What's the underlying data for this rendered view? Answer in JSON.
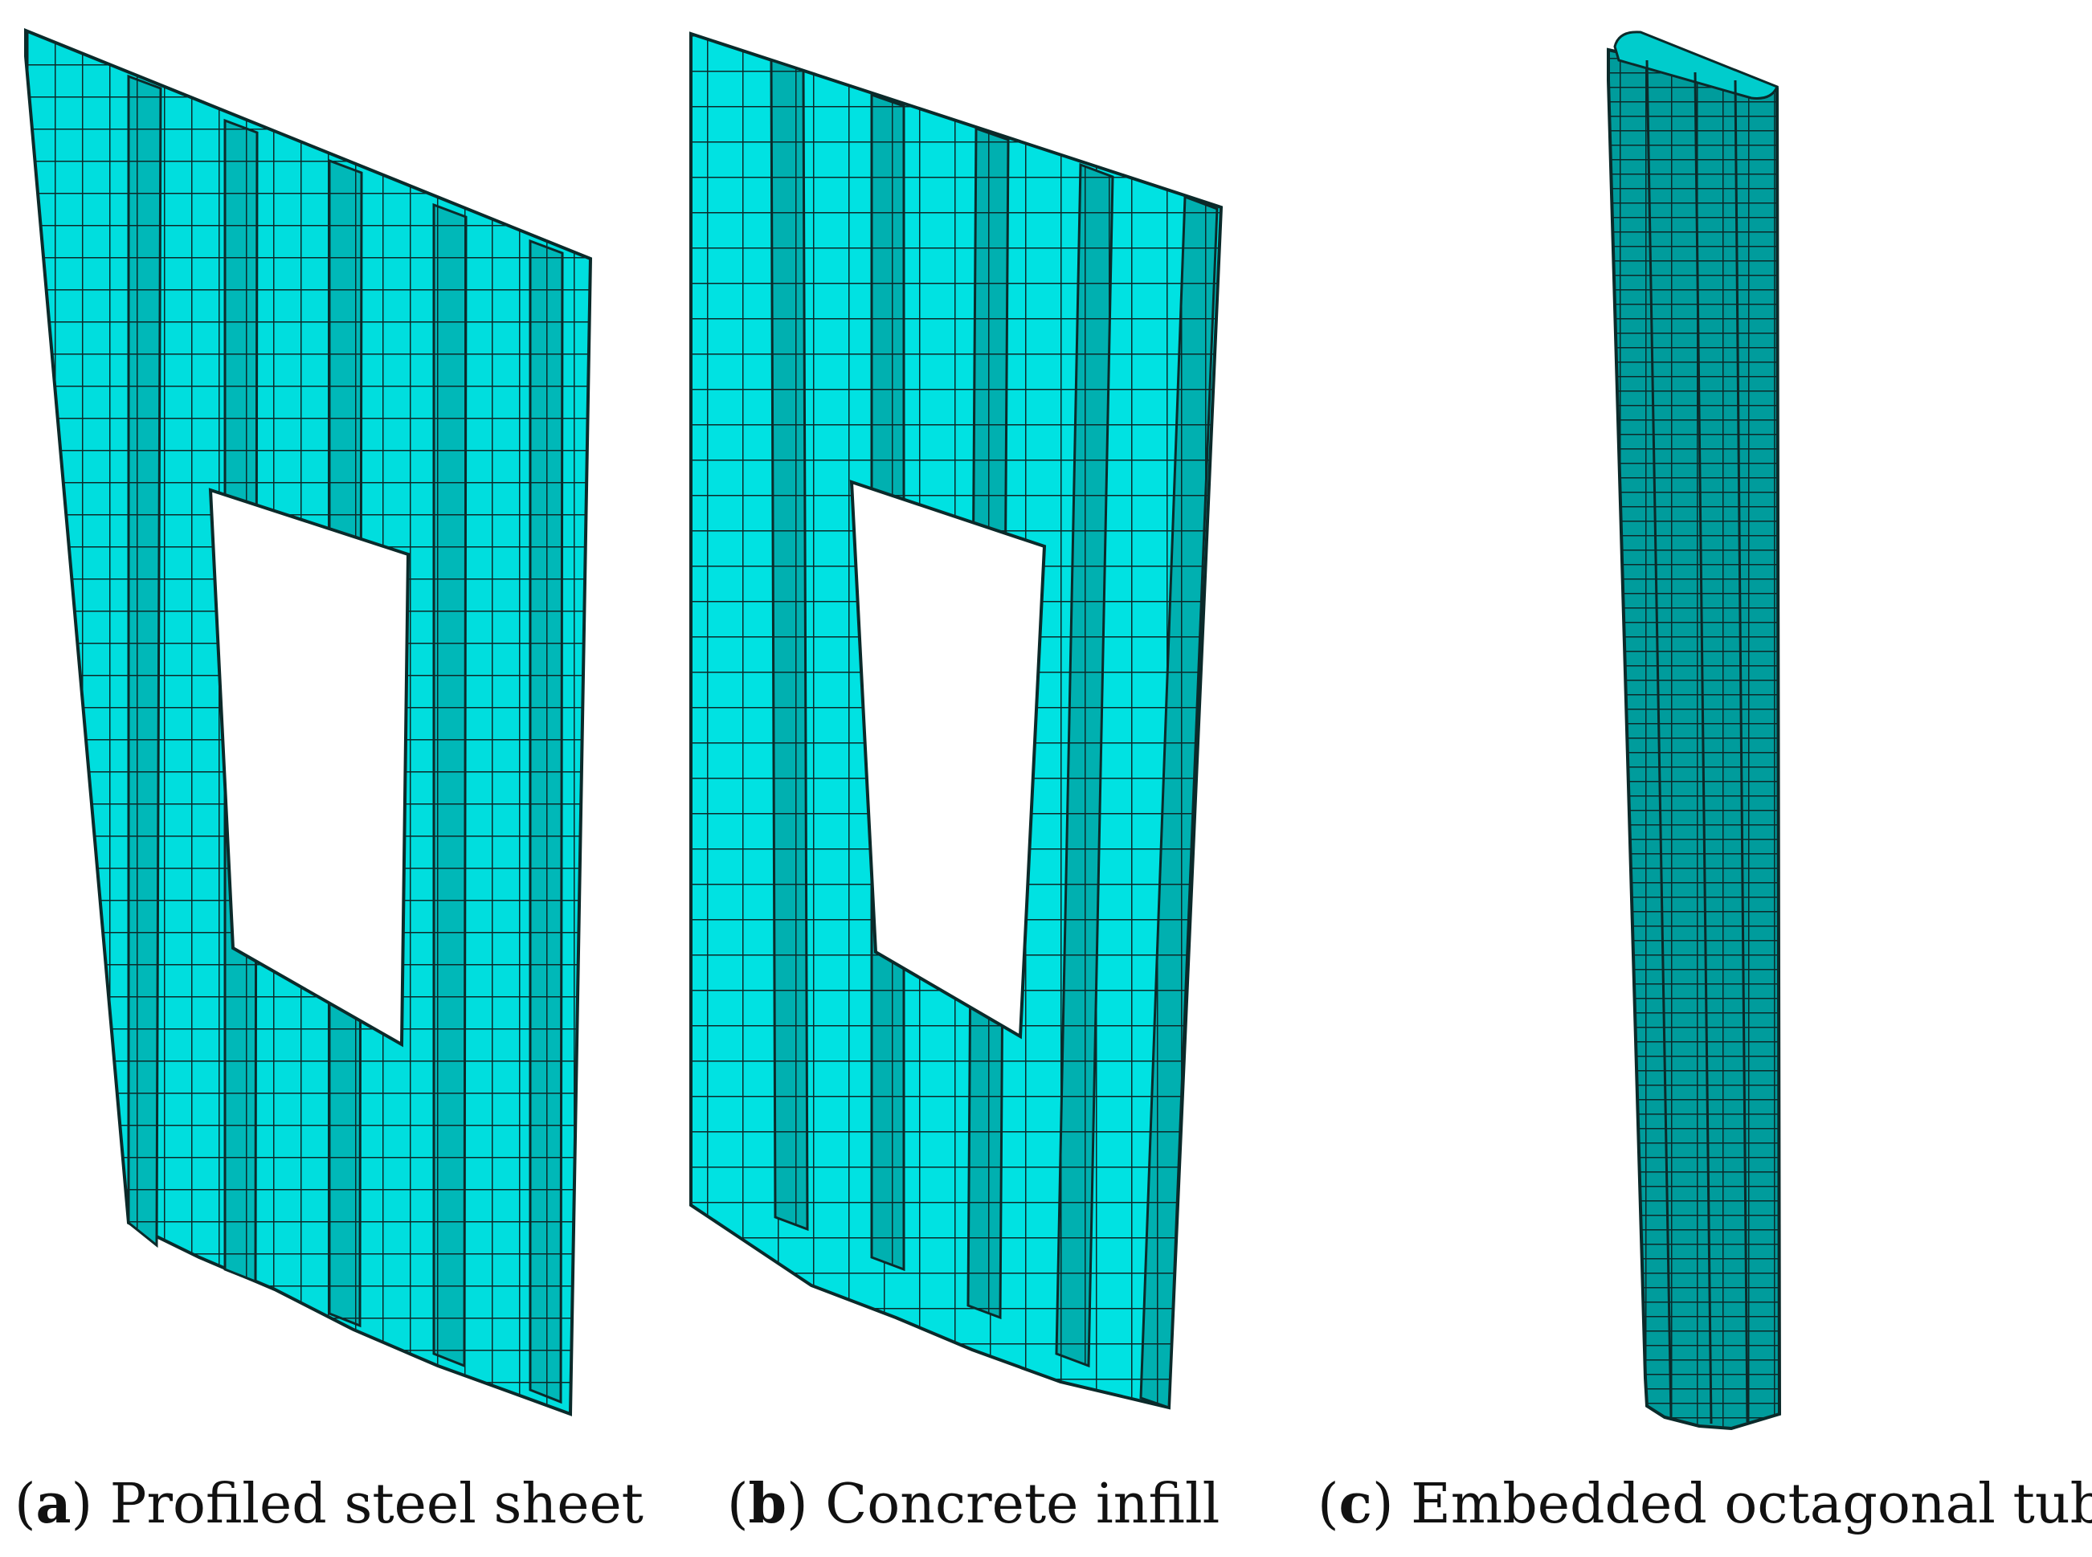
{
  "figure": {
    "panels": [
      {
        "letter": "a",
        "caption": "Profiled steel sheet"
      },
      {
        "letter": "b",
        "caption": "Concrete infill"
      },
      {
        "letter": "c",
        "caption": "Embedded octagonal tube"
      }
    ]
  },
  "colors": {
    "mesh_face": "#00e0e0",
    "mesh_face_side": "#00b4b4",
    "mesh_face_dark": "#009a9a",
    "mesh_line": "#0b2a2a",
    "background": "#ffffff"
  }
}
